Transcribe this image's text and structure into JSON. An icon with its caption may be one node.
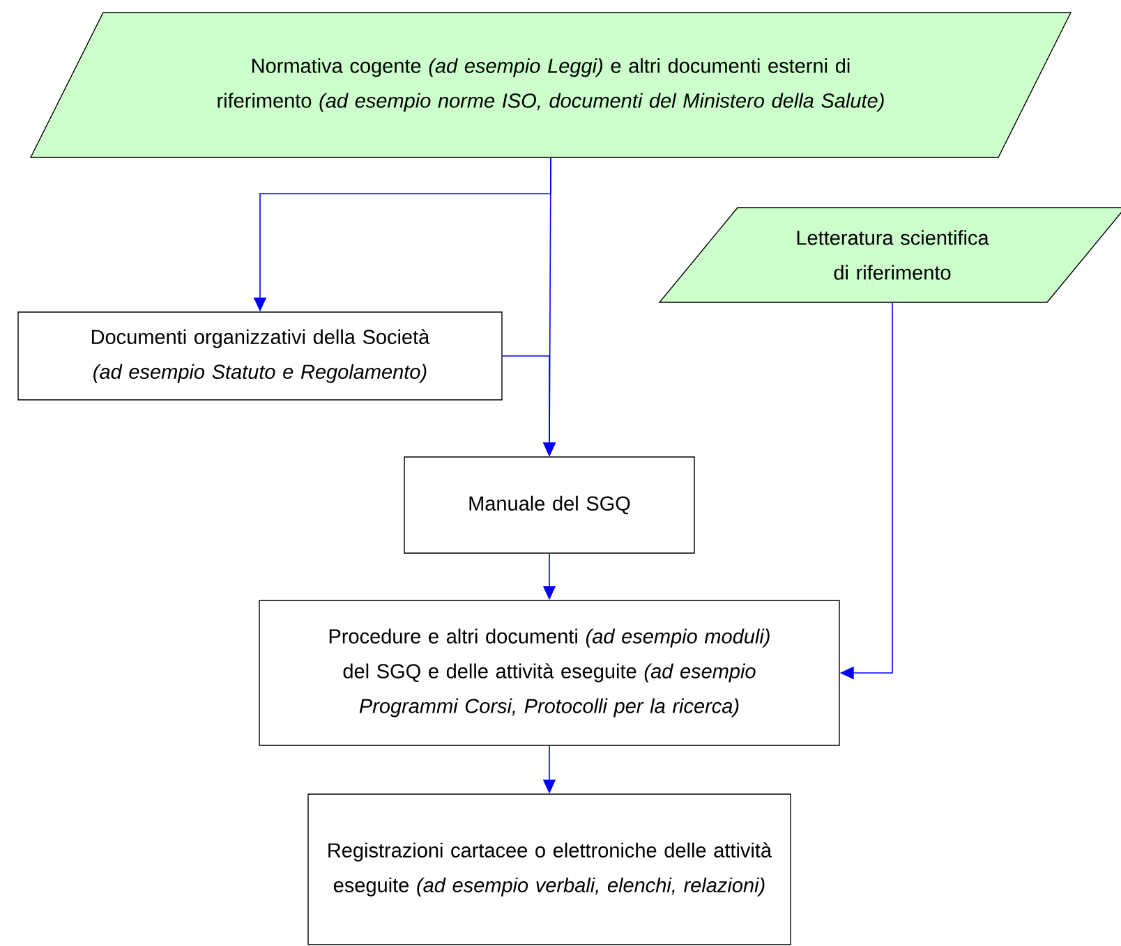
{
  "diagram": {
    "nodes": [
      {
        "text": [
          "Normativa cogente *(ad esempio Leggi)* e altri documenti esterni di riferimento *(ad esempio norme ISO, documenti del Ministero della Salute)*"
        ]
      },
      {
        "text": [
          "Letteratura scientifica di riferimento"
        ]
      },
      {
        "text": [
          "Documenti organizzativi della Società *(ad esempio Statuto e Regolamento)*"
        ]
      },
      {
        "text": [
          "Manuale del SGQ"
        ]
      },
      {
        "text": [
          "Procedure e altri documenti *(ad esempio moduli)* del SGQ e delle attività eseguite *(ad esempio Programmi Corsi, Protocolli per la ricerca)*"
        ]
      },
      {
        "text": [
          "Registrazioni cartacee o elettroniche delle attività eseguite *(ad esempio verbali, elenchi, relazioni)*"
        ]
      }
    ],
    "edges": [
      {
        "from": 0,
        "to": 2,
        "arrow": "to"
      },
      {
        "from": 0,
        "to": 3,
        "arrow": "to"
      },
      {
        "from": 2,
        "to": 3,
        "arrow": "to"
      },
      {
        "from": 1,
        "to": 4,
        "arrow": "to"
      },
      {
        "from": 3,
        "to": 4,
        "arrow": "to"
      },
      {
        "from": 4,
        "to": 5,
        "arrow": "to"
      }
    ]
  }
}
